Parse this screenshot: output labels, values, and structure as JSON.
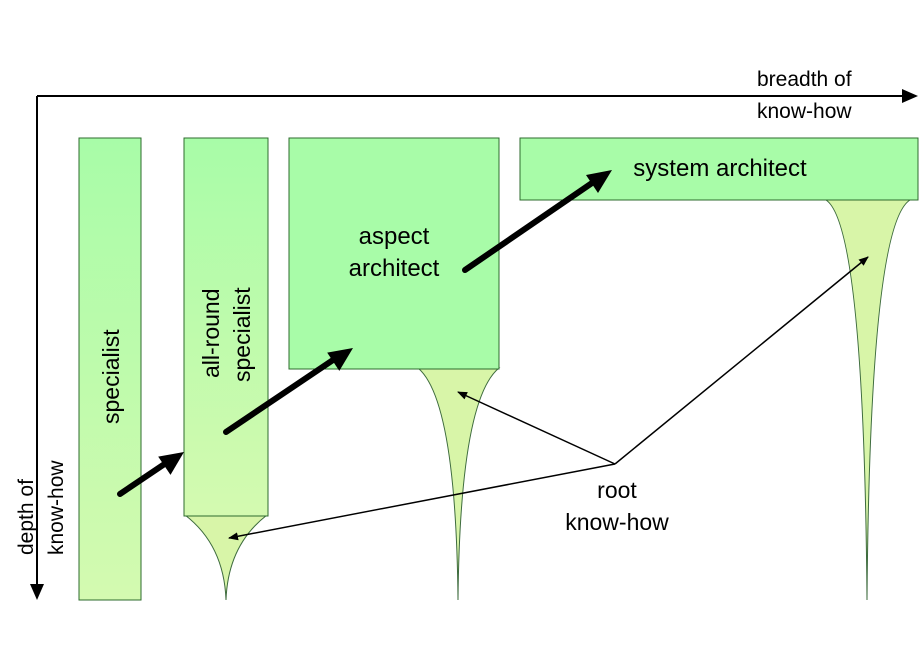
{
  "axes": {
    "x_label_line1": "breadth of",
    "x_label_line2": "know-how",
    "y_label_line1": "depth of",
    "y_label_line2": "know-how"
  },
  "roles": [
    {
      "id": "specialist",
      "label": "specialist"
    },
    {
      "id": "all-round-specialist",
      "line1": "all-round",
      "line2": "specialist"
    },
    {
      "id": "aspect-architect",
      "line1": "aspect",
      "line2": "architect"
    },
    {
      "id": "system-architect",
      "label": "system architect"
    }
  ],
  "root_label": {
    "line1": "root",
    "line2": "know-how"
  },
  "colors": {
    "box_top": "#a8fca8",
    "box_bottom": "#d4fab0",
    "root_fill": "#d8f5a8",
    "arrow": "#000000",
    "axis": "#000000"
  }
}
